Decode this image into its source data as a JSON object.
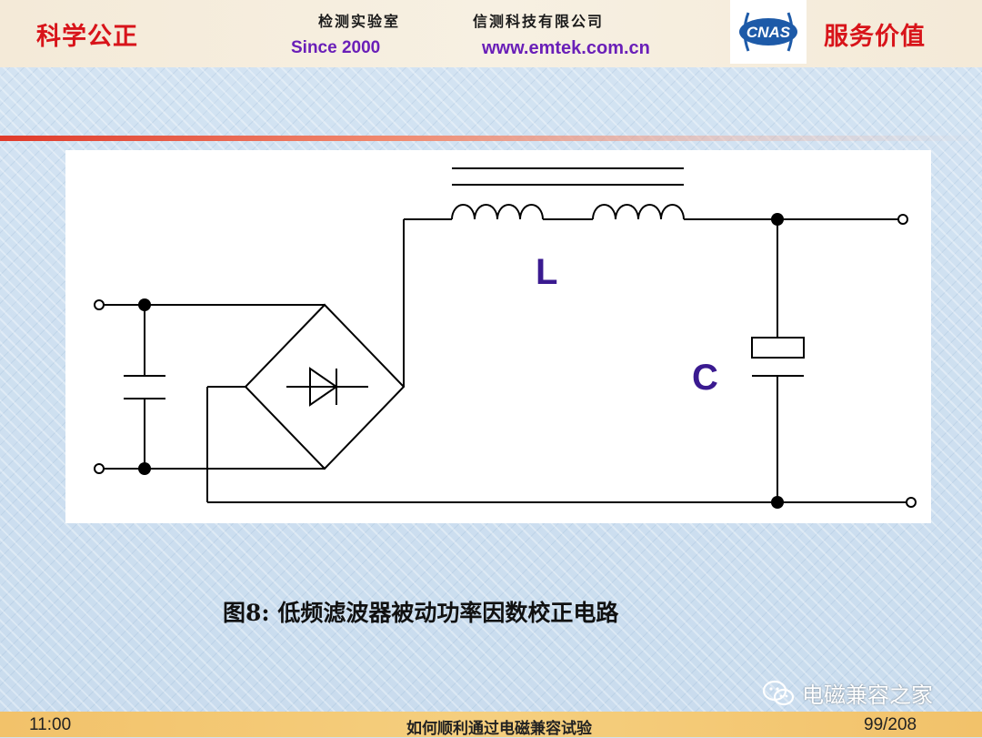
{
  "header": {
    "slogan_left": "科学公正",
    "slogan_right": "服务价值",
    "lab_name": "检测实验室",
    "company": "信测科技有限公司",
    "since": "Since 2000",
    "url": "www.emtek.com.cn",
    "logo_text": "CNAS"
  },
  "diagram": {
    "inductor_label": "L",
    "capacitor_label": "C",
    "label_color": "#3a1a90"
  },
  "caption": "图8:  低频滤波器被动功率因数校正电路",
  "footer": {
    "time": "11:00",
    "title": "如何顺利通过电磁兼容试验",
    "page": "99/208"
  },
  "watermark": {
    "text": "电磁兼容之家",
    "icon": "wechat-icon"
  },
  "colors": {
    "slogan": "#d8141a",
    "link": "#6a1fb8",
    "footer": "#f2c26a",
    "accent_line": "#e03a2a"
  }
}
